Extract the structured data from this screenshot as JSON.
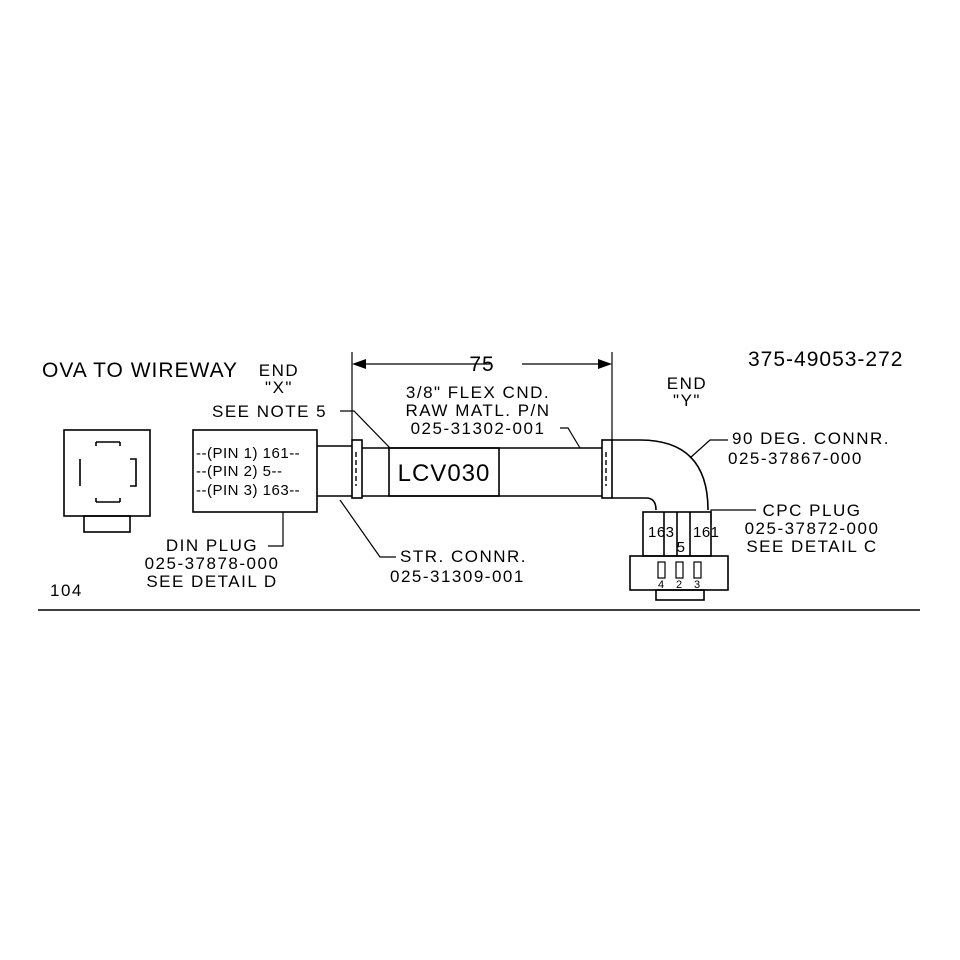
{
  "drawing": {
    "title": "OVA TO WIREWAY",
    "part_number": "375-49053-272",
    "sheet_id": "104",
    "end_x": {
      "line1": "END",
      "line2": "\"X\""
    },
    "end_y": {
      "line1": "END",
      "line2": "\"Y\""
    },
    "see_note": "SEE NOTE 5",
    "dimension": "75",
    "conduit": {
      "line1": "3/8\" FLEX CND.",
      "line2": "RAW MATL. P/N",
      "line3": "025-31302-001",
      "tag": "LCV030"
    },
    "din_plug": {
      "pins": [
        "--(PIN 1) 161--",
        "--(PIN 2) 5--",
        "--(PIN 3) 163--"
      ],
      "line1": "DIN PLUG",
      "line2": "025-37878-000",
      "line3": "SEE DETAIL D"
    },
    "str_connr": {
      "line1": "STR. CONNR.",
      "line2": "025-31309-001"
    },
    "deg_connr": {
      "line1": "90 DEG. CONNR.",
      "line2": "025-37867-000"
    },
    "cpc_plug": {
      "line1": "CPC PLUG",
      "line2": "025-37872-000",
      "line3": "SEE DETAIL C",
      "wire_labels": [
        "163",
        "5",
        "161"
      ],
      "pin_numbers": [
        "4",
        "2",
        "3"
      ]
    }
  }
}
